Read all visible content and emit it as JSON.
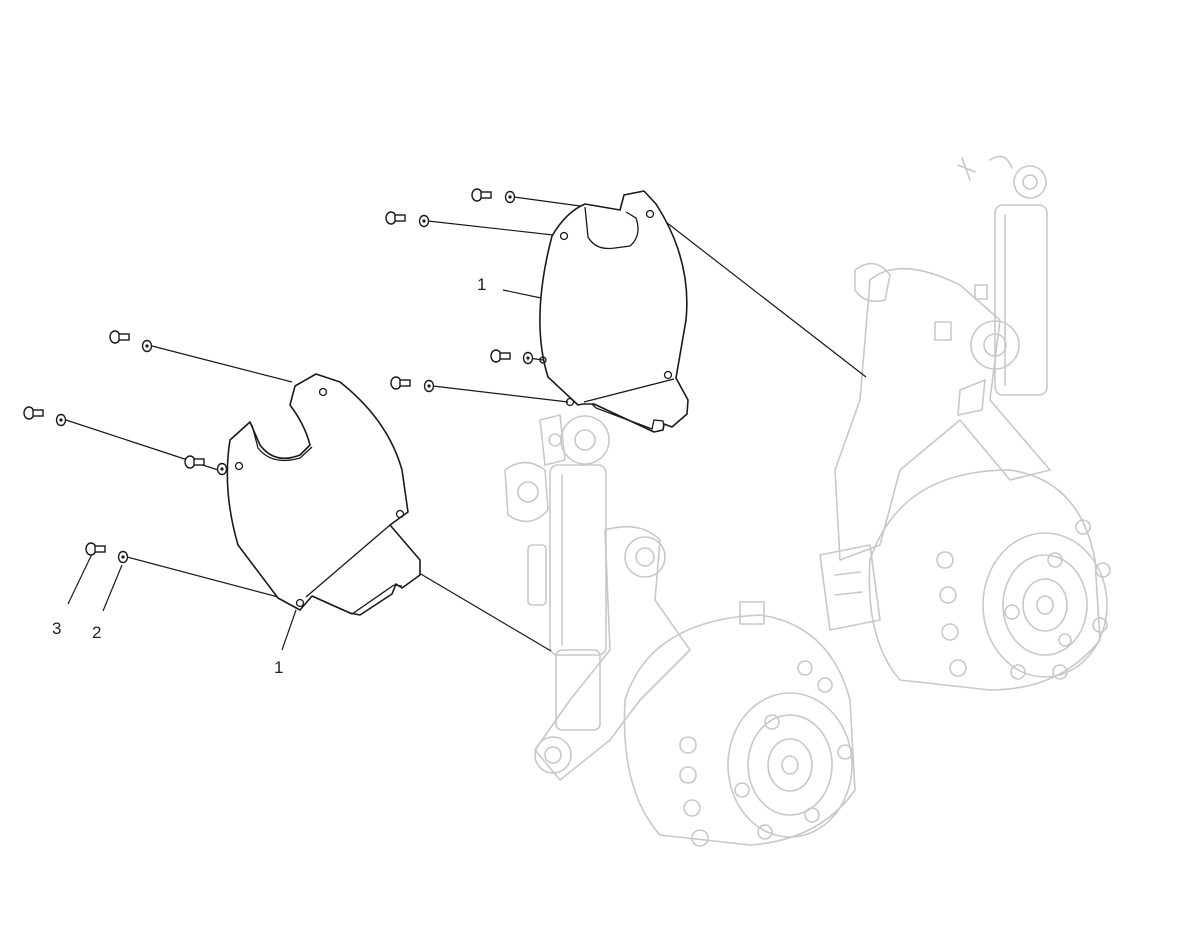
{
  "callouts": {
    "upper_shield": "1",
    "lower_shield": "1",
    "washer": "2",
    "bolt": "3"
  },
  "colors": {
    "line": "#1a1a1a",
    "ghost": "#c8c8c8",
    "background": "#ffffff"
  }
}
